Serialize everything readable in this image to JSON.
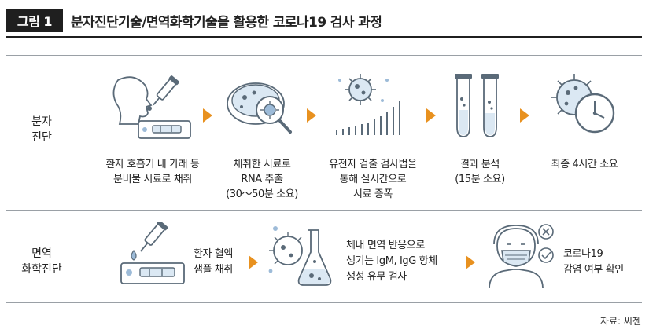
{
  "figure": {
    "badge": "그림 1",
    "title": "분자진단기술/면역화학기술을 활용한 코로나19 검사 과정",
    "source": "자료: 씨젠"
  },
  "rows": {
    "molecular": {
      "label_line1": "분자",
      "label_line2": "진단",
      "steps": [
        {
          "icon": "patient-swab-icon",
          "lines": [
            "환자 호흡기 내 가래 등",
            "분비물 시료로 채취"
          ]
        },
        {
          "icon": "petri-dish-icon",
          "lines": [
            "채취한 시료로",
            "RNA 추출",
            "(30～50분 소요)"
          ]
        },
        {
          "icon": "virus-amplification-icon",
          "lines": [
            "유전자 검출 검사법을",
            "통해 실시간으로",
            "시료 증폭"
          ]
        },
        {
          "icon": "test-tubes-icon",
          "lines": [
            "결과 분석",
            "(15분 소요)"
          ]
        },
        {
          "icon": "virus-clock-icon",
          "lines": [
            "최종 4시간 소요"
          ]
        }
      ]
    },
    "immuno": {
      "label_line1": "면역",
      "label_line2": "화학진단",
      "steps": [
        {
          "icon": "blood-sample-icon",
          "lines": [
            "환자 혈액",
            "샘플 채취"
          ]
        },
        {
          "icon": "flask-cells-icon",
          "lines": [
            "체내 면역 반응으로",
            "생기는 IgM, IgG 항체",
            "생성 유무 검사"
          ]
        },
        {
          "icon": "masked-person-icon",
          "lines": [
            "코로나19",
            "감염 여부 확인"
          ]
        }
      ]
    }
  },
  "colors": {
    "accent": "#e8911f",
    "icon_stroke": "#5a6a78",
    "icon_fill": "#dbe8f3",
    "icon_blue": "#9dbbd8"
  }
}
